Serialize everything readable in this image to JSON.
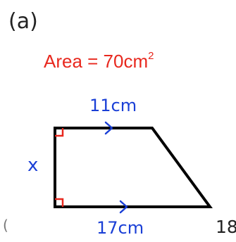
{
  "part_label": "(a)",
  "area": {
    "prefix": "Area = 70cm",
    "exponent": "2"
  },
  "lengths": {
    "top": "11cm",
    "bottom": "17cm",
    "side": "x"
  },
  "edge_mark": "(",
  "page_number": "18",
  "colors": {
    "label_red": "#e8281e",
    "label_blue": "#1a3fd6",
    "outline": "#000000",
    "right_angle": "#e8281e",
    "parallel_arrow": "#1a3fd6"
  }
}
